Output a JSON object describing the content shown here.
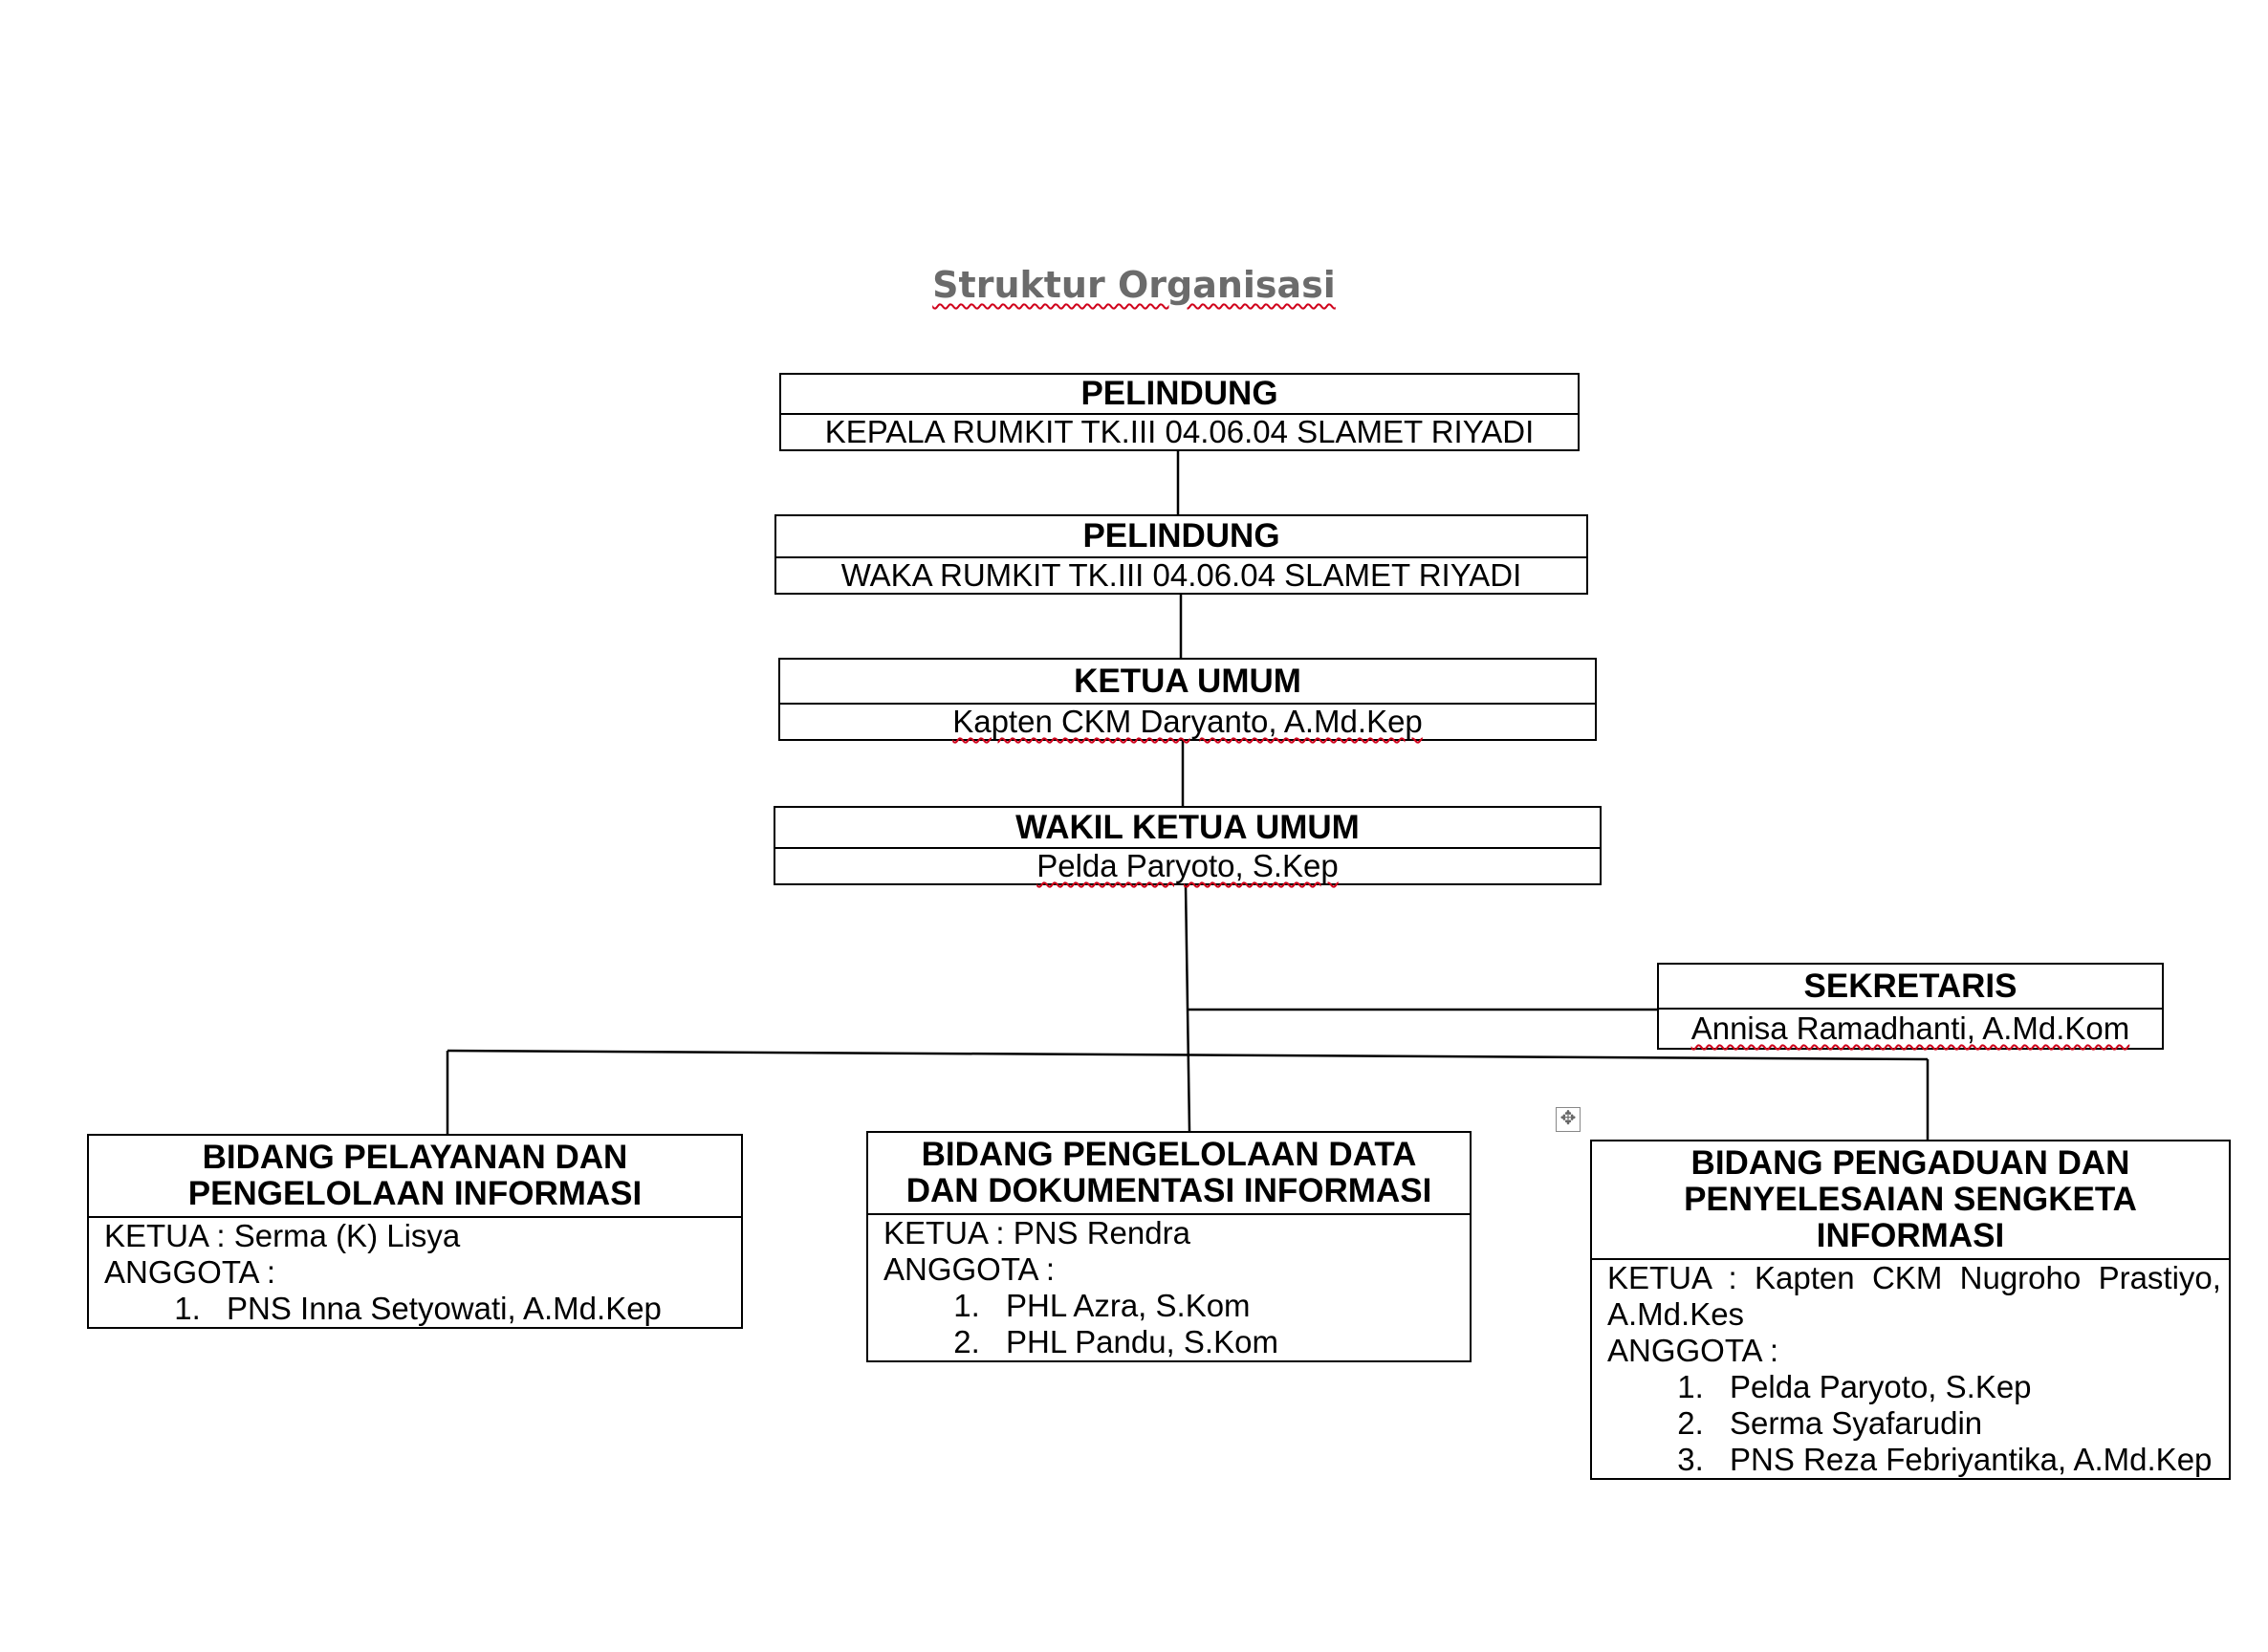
{
  "title": "Struktur Organisasi",
  "nodes": {
    "pelindung1": {
      "head": "PELINDUNG",
      "sub": "KEPALA RUMKIT TK.III 04.06.04 SLAMET RIYADI"
    },
    "pelindung2": {
      "head": "PELINDUNG",
      "sub": "WAKA RUMKIT TK.III 04.06.04 SLAMET RIYADI"
    },
    "ketua_umum": {
      "head": "KETUA UMUM",
      "sub": "Kapten CKM Daryanto, A.Md.Kep"
    },
    "wakil_ketua": {
      "head": "WAKIL KETUA UMUM",
      "sub": "Pelda Paryoto, S.Kep"
    },
    "sekretaris": {
      "head": "SEKRETARIS",
      "sub": "Annisa Ramadhanti, A.Md.Kom"
    },
    "bidang1": {
      "head_line1": "BIDANG PELAYANAN DAN",
      "head_line2": "PENGELOLAAN INFORMASI",
      "ketua": "KETUA : Serma (K) Lisya",
      "anggota_label": "ANGGOTA :",
      "members": [
        "PNS Inna Setyowati, A.Md.Kep"
      ]
    },
    "bidang2": {
      "head_line1": "BIDANG PENGELOLAAN DATA",
      "head_line2": "DAN DOKUMENTASI INFORMASI",
      "ketua": "KETUA : PNS Rendra",
      "anggota_label": "ANGGOTA :",
      "members": [
        "PHL Azra, S.Kom",
        "PHL Pandu, S.Kom"
      ]
    },
    "bidang3": {
      "head_line1": "BIDANG PENGADUAN DAN",
      "head_line2": "PENYELESAIAN SENGKETA",
      "head_line3": "INFORMASI",
      "ketua_line1": "KETUA  :  Kapten  CKM  Nugroho  Prastiyo,",
      "ketua_line2": "A.Md.Kes",
      "anggota_label": "ANGGOTA :",
      "members": [
        "Pelda Paryoto, S.Kep",
        "Serma Syafarudin",
        "PNS Reza Febriyantika, A.Md.Kep"
      ]
    }
  }
}
